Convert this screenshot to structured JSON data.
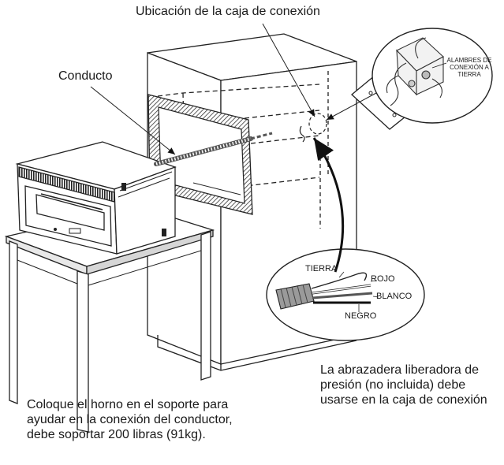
{
  "labels": {
    "junction_box_location": "Ubicación de la caja de conexión",
    "conduit": "Conducto",
    "ground_wires": "ALAMBRES DE CONEXIÓN A TIERRA",
    "wire_ground": "TIERRA",
    "wire_red": "ROJO",
    "wire_white": "BLANCO",
    "wire_black": "NEGRO",
    "strain_relief_note": "La abrazadera liberadora de presión (no incluida) debe usarse en la caja de conexión",
    "stand_note": "Coloque el horno en el soporte para ayudar en la conexión del conductor, debe soportar 200 libras (91kg)."
  }
}
